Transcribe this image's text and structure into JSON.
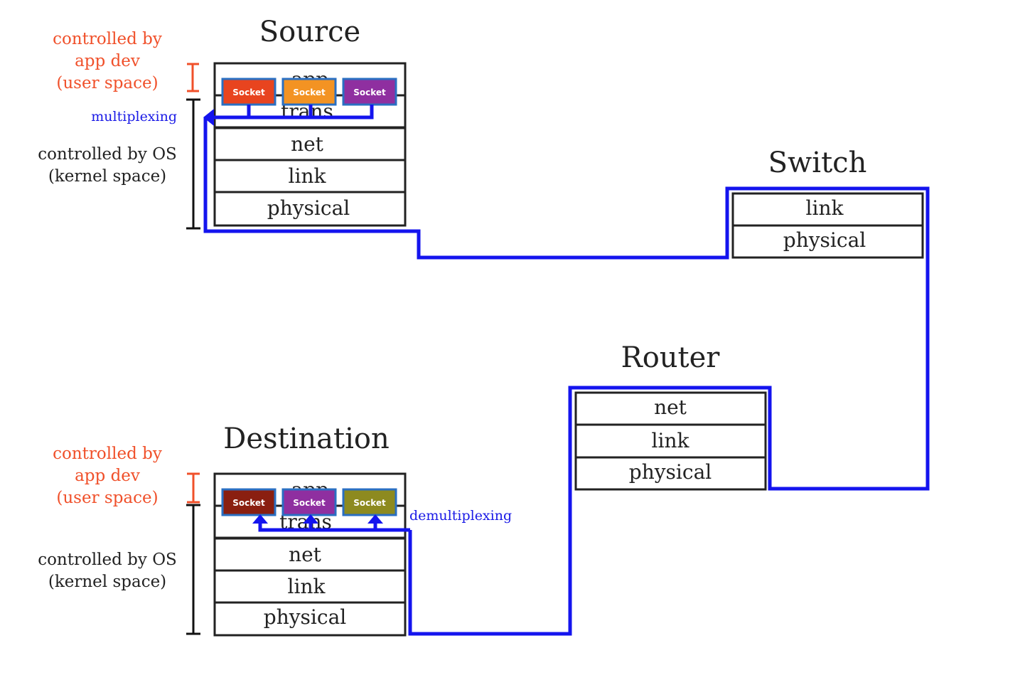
{
  "source": {
    "title": "Source",
    "layers": [
      "app",
      "trans",
      "net",
      "link",
      "physical"
    ],
    "sockets": [
      {
        "label": "Socket",
        "color": "#e8441f"
      },
      {
        "label": "Socket",
        "color": "#f39323"
      },
      {
        "label": "Socket",
        "color": "#8f2fa0"
      }
    ],
    "mux_label": "multiplexing"
  },
  "destination": {
    "title": "Destination",
    "layers": [
      "app",
      "trans",
      "net",
      "link",
      "physical"
    ],
    "sockets": [
      {
        "label": "Socket",
        "color": "#8a1f10"
      },
      {
        "label": "Socket",
        "color": "#8f2fa0"
      },
      {
        "label": "Socket",
        "color": "#8d8a1f"
      }
    ],
    "mux_label": "demultiplexing"
  },
  "switch": {
    "title": "Switch",
    "layers": [
      "link",
      "physical"
    ]
  },
  "router": {
    "title": "Router",
    "layers": [
      "net",
      "link",
      "physical"
    ]
  },
  "annotations": {
    "app_space": [
      "controlled by",
      "app dev",
      "(user space)"
    ],
    "os_space": [
      "controlled by OS",
      "(kernel space)"
    ]
  },
  "colors": {
    "route": "#1414ee",
    "user_space": "#f0502a",
    "kernel_space": "#222222",
    "socket_border": "#2a6fc2"
  }
}
